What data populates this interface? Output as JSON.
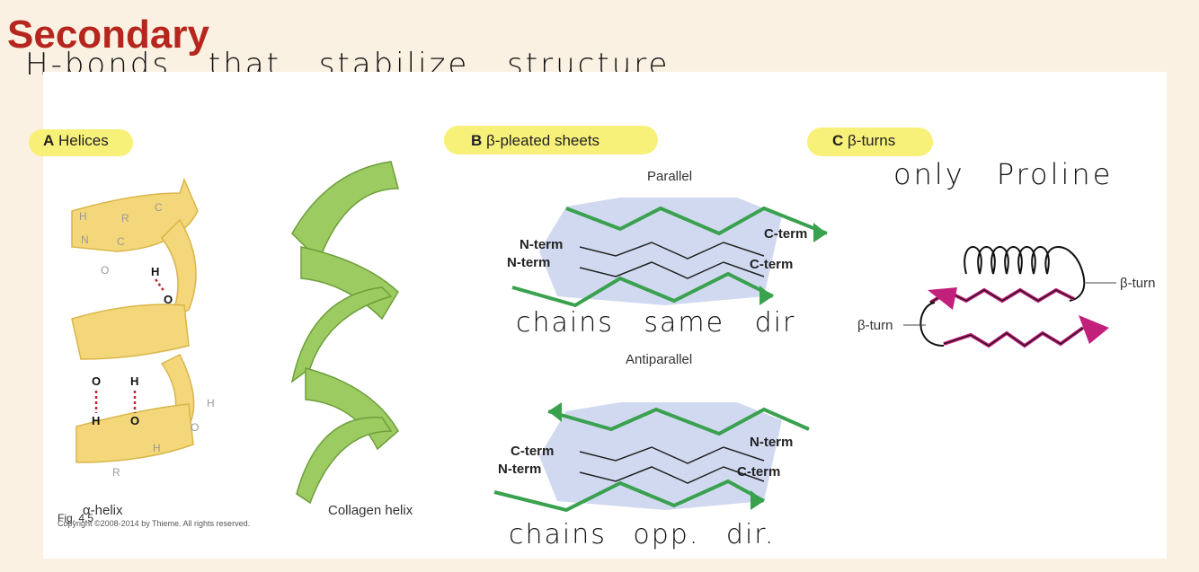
{
  "header": {
    "title": "Secondary"
  },
  "notes": {
    "main": "H-bonds that stabilize structure",
    "parallel": "chains same dir",
    "antiparallel": "chains opp. dir.",
    "turns": "only Proline"
  },
  "sections": {
    "a": {
      "letter": "A",
      "label": "Helices",
      "alpha_caption": "α-helix",
      "collagen_caption": "Collagen helix",
      "fig": "Fig. 4.5",
      "copyright": "Copyright ©2008-2014 by Thieme. All rights reserved."
    },
    "b": {
      "letter": "B",
      "label": "β-pleated sheets",
      "parallel": "Parallel",
      "antiparallel": "Antiparallel",
      "p_left_1": "N-term",
      "p_left_2": "N-term",
      "p_right_1": "C-term",
      "p_right_2": "C-term",
      "a_left_1": "C-term",
      "a_left_2": "N-term",
      "a_right_1": "N-term",
      "a_right_2": "C-term"
    },
    "c": {
      "letter": "C",
      "label": "β-turns",
      "turn_right": "β-turn",
      "turn_left": "β-turn"
    }
  },
  "colors": {
    "title": "#b5261e",
    "highlight": "#f7f06a",
    "helix": "#f3d77a",
    "collagen": "#9ccb62",
    "sheet": "#b8c4e6",
    "strand": "#3aa14f",
    "turn": "#c2207a"
  }
}
